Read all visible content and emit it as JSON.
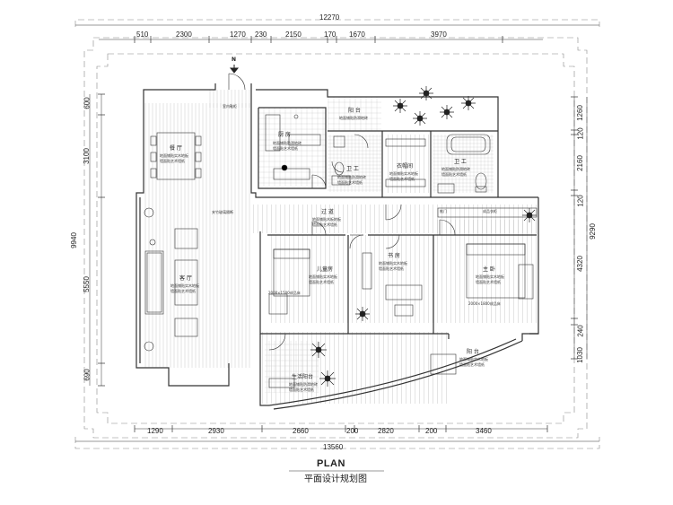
{
  "title": "PLAN",
  "subtitle": "平面设计规划图",
  "north": "N",
  "dimensions": {
    "top_total": "12270",
    "top": [
      "510",
      "2300",
      "1270",
      "230",
      "2150",
      "170",
      "1670",
      "3970"
    ],
    "bottom_total": "13560",
    "bottom": [
      "1290",
      "2930",
      "2660",
      "200",
      "2820",
      "200",
      "3460"
    ],
    "left_total": "9940",
    "left": [
      "600",
      "3100",
      "5550",
      "690"
    ],
    "right_total": "9290",
    "right": [
      "1260",
      "120",
      "2160",
      "120",
      "4320",
      "240",
      "1030"
    ]
  },
  "rooms": {
    "dining": "餐 厅",
    "living": "客 厅",
    "kitchen": "厨 房",
    "balcony_top": "阳 台",
    "wc_left": "卫 工",
    "cloakroom": "衣帽间",
    "wc_right": "卫 工",
    "corridor": "过 道",
    "kids": "儿童房",
    "study": "书 房",
    "master": "主 卧",
    "life_balcony": "生活阳台",
    "balcony_bottom": "阳 台"
  },
  "notes": {
    "floor_a": "地面铺贴实木地板",
    "floor_b": "墙面贴艺术墙纸",
    "floor_tile": "地面铺贴防滑地砖",
    "floor_tile_b": "墙面贴艺术墙纸",
    "glass_partition": "夹竹玻璃隔断",
    "entry_cabinet": "室内鞋柜",
    "corridor_a": "地面铺贴木板地板",
    "corridor_b": "墙面贴艺术墙纸",
    "bed_kids": "2000×1500成品床",
    "bed_master": "2000×1800成品床",
    "wardrobe": "成品衣柜",
    "swing_door": "推门"
  },
  "colors": {
    "line": "#333333",
    "hatch": "#bbbbbb",
    "dash": "#888888"
  }
}
